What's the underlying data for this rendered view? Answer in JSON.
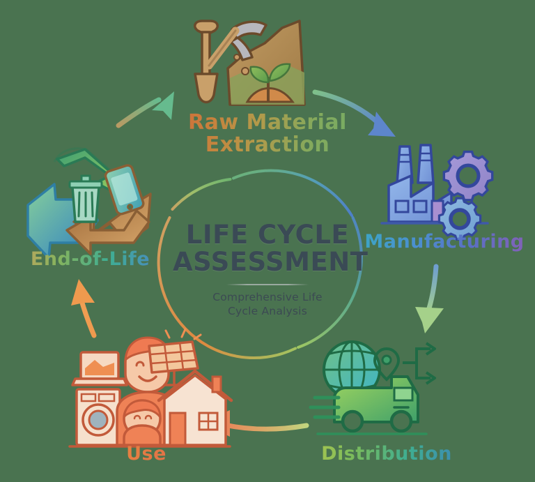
{
  "background_color": "#4a7350",
  "center": {
    "title_line1": "LIFE CYCLE",
    "title_line2": "ASSESSMENT",
    "title_color": "#3a4a55",
    "subtitle_line1": "Comprehensive Life",
    "subtitle_line2": "Cycle Analysis"
  },
  "ring": {
    "gap_note": "circular gradient ring with small gap",
    "colors": [
      "#7fb36a",
      "#4d87c9",
      "#5fa9a0",
      "#8fbf5c",
      "#e08a46",
      "#c7a163"
    ]
  },
  "stages": [
    {
      "id": "raw-material-extraction",
      "label_line1": "Raw Material",
      "label_line2": "Extraction",
      "icon": "shovel-pickaxe-sprout-icon",
      "gradient_from": "#d4663a",
      "gradient_to": "#6fae68"
    },
    {
      "id": "manufacturing",
      "label_line1": "Manufacturing",
      "label_line2": "",
      "icon": "factory-gears-icon",
      "gradient_from": "#3aa8c4",
      "gradient_to": "#8a5fb5"
    },
    {
      "id": "distribution",
      "label_line1": "Distribution",
      "label_line2": "",
      "icon": "globe-truck-icon",
      "gradient_from": "#b9c84a",
      "gradient_to": "#3a7fc0"
    },
    {
      "id": "use",
      "label_line1": "Use",
      "label_line2": "",
      "icon": "household-appliances-family-icon",
      "gradient_from": "#e98a3e",
      "gradient_to": "#e06a4a"
    },
    {
      "id": "end-of-life",
      "label_line1": "End-of-Life",
      "label_line2": "",
      "icon": "recycling-arrows-bin-phone-icon",
      "gradient_from": "#c9a45c",
      "gradient_to": "#4a84c8"
    }
  ],
  "arrows": [
    {
      "id": "arrow-raw-to-manufacturing",
      "from": "raw-material-extraction",
      "to": "manufacturing",
      "from_color": "#7fc08a",
      "to_color": "#5d86cc"
    },
    {
      "id": "arrow-manufacturing-to-distribution",
      "from": "manufacturing",
      "to": "distribution",
      "from_color": "#6f9ed0",
      "to_color": "#9fce84"
    },
    {
      "id": "arrow-distribution-to-use",
      "from": "distribution",
      "to": "use",
      "from_color": "#b6d07a",
      "to_color": "#e8855a"
    },
    {
      "id": "arrow-use-to-end-of-life",
      "from": "use",
      "to": "end-of-life",
      "from_color": "#ef9a4e",
      "to_color": "#ef9a4e"
    },
    {
      "id": "arrow-end-of-life-to-raw",
      "from": "end-of-life",
      "to": "raw-material-extraction",
      "from_color": "#b99a63",
      "to_color": "#66bb8e"
    }
  ]
}
